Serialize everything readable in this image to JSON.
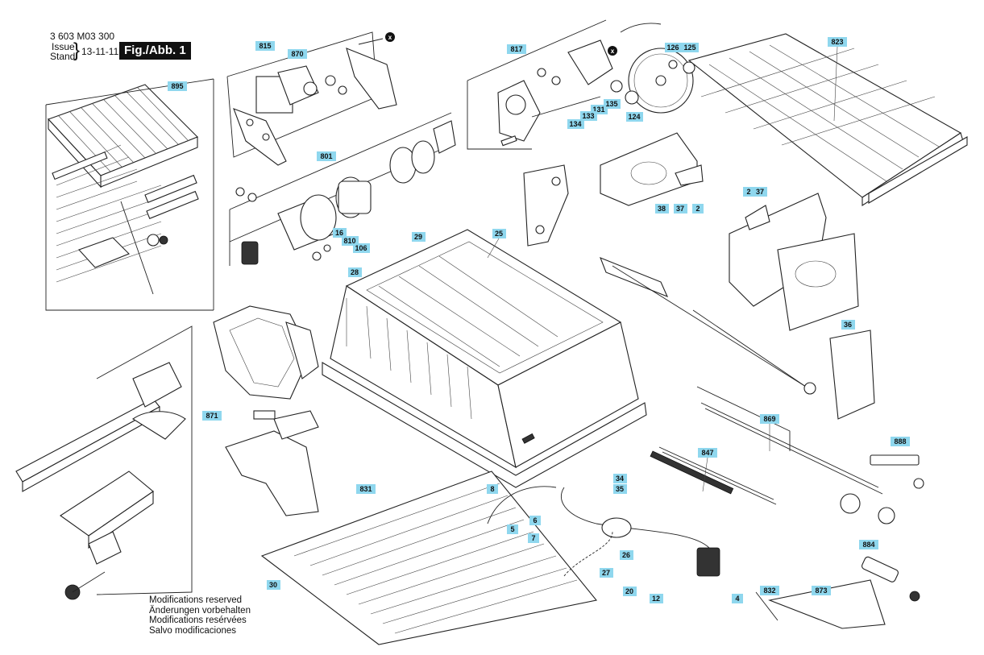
{
  "header": {
    "doc_number": "3 603 M03 300",
    "issue_label": "Issue",
    "stand_label": "Stand",
    "brace": "}",
    "date": "13-11-11",
    "figure_label": "Fig./Abb. 1"
  },
  "callout_color": "#8fd7ee",
  "callouts": [
    {
      "id": "c895",
      "label": "895"
    },
    {
      "id": "c815",
      "label": "815"
    },
    {
      "id": "c870",
      "label": "870"
    },
    {
      "id": "c801",
      "label": "801"
    },
    {
      "id": "c817",
      "label": "817"
    },
    {
      "id": "c126",
      "label": "126"
    },
    {
      "id": "c125",
      "label": "125"
    },
    {
      "id": "c823",
      "label": "823"
    },
    {
      "id": "c131",
      "label": "131"
    },
    {
      "id": "c133",
      "label": "133"
    },
    {
      "id": "c134",
      "label": "134"
    },
    {
      "id": "c135",
      "label": "135"
    },
    {
      "id": "c124",
      "label": "124"
    },
    {
      "id": "c38",
      "label": "38"
    },
    {
      "id": "c37a",
      "label": "37"
    },
    {
      "id": "c2a",
      "label": "2"
    },
    {
      "id": "c2b",
      "label": "2"
    },
    {
      "id": "c37b",
      "label": "37"
    },
    {
      "id": "c16",
      "label": "16"
    },
    {
      "id": "c810",
      "label": "810"
    },
    {
      "id": "c106",
      "label": "106"
    },
    {
      "id": "c29",
      "label": "29"
    },
    {
      "id": "c25",
      "label": "25"
    },
    {
      "id": "c28",
      "label": "28"
    },
    {
      "id": "c36",
      "label": "36"
    },
    {
      "id": "c871",
      "label": "871"
    },
    {
      "id": "c869",
      "label": "869"
    },
    {
      "id": "c888",
      "label": "888"
    },
    {
      "id": "c847",
      "label": "847"
    },
    {
      "id": "c831",
      "label": "831"
    },
    {
      "id": "c8",
      "label": "8"
    },
    {
      "id": "c34",
      "label": "34"
    },
    {
      "id": "c35",
      "label": "35"
    },
    {
      "id": "c6",
      "label": "6"
    },
    {
      "id": "c5",
      "label": "5"
    },
    {
      "id": "c7",
      "label": "7"
    },
    {
      "id": "c26",
      "label": "26"
    },
    {
      "id": "c884",
      "label": "884"
    },
    {
      "id": "c27",
      "label": "27"
    },
    {
      "id": "c30",
      "label": "30"
    },
    {
      "id": "c20",
      "label": "20"
    },
    {
      "id": "c12",
      "label": "12"
    },
    {
      "id": "c4",
      "label": "4"
    },
    {
      "id": "c832",
      "label": "832"
    },
    {
      "id": "c873",
      "label": "873"
    }
  ],
  "markers": [
    {
      "id": "x1",
      "label": "x"
    },
    {
      "id": "x2",
      "label": "x"
    }
  ],
  "notes": [
    "Modifications reserved",
    "Änderungen vorbehalten",
    "Modifications resérvées",
    "Salvo modificaciones"
  ]
}
